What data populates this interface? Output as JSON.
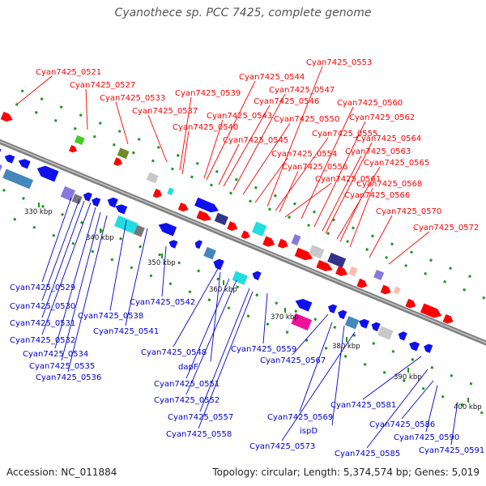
{
  "title": "Cyanothece sp. PCC 7425, complete genome",
  "footer": {
    "accession": "Accession: NC_011884",
    "summary": "Topology: circular; Length: 5,374,574 bp; Genes: 5,019"
  },
  "colors": {
    "top_label": "#ff0000",
    "bottom_label": "#0000cc",
    "backbone": "#808080",
    "tick": "#1a9a1a"
  },
  "scale_ticks": [
    "330 kbp",
    "340 kbp",
    "350 kbp",
    "360 kbp",
    "370 kbp",
    "380 kbp",
    "390 kbp",
    "400 kbp"
  ],
  "top_labels": [
    "Cyan7425_0521",
    "Cyan7425_0527",
    "Cyan7425_0533",
    "Cyan7425_0537",
    "Cyan7425_0539",
    "Cyan7425_0540",
    "Cyan7425_0543",
    "Cyan7425_0544",
    "Cyan7425_0545",
    "Cyan7425_0546",
    "Cyan7425_0547",
    "Cyan7425_0550",
    "Cyan7425_0553",
    "Cyan7425_0554",
    "Cyan7425_0555",
    "Cyan7425_0556",
    "Cyan7425_0560",
    "Cyan7425_0561",
    "Cyan7425_0562",
    "Cyan7425_0563",
    "Cyan7425_0564",
    "Cyan7425_0565",
    "Cyan7425_0566",
    "Cyan7425_0568",
    "Cyan7425_0570",
    "Cyan7425_0572"
  ],
  "bottom_labels": [
    "Cyan7425_0529",
    "Cyan7425_0530",
    "Cyan7425_0531",
    "Cyan7425_0532",
    "Cyan7425_0534",
    "Cyan7425_0535",
    "Cyan7425_0536",
    "Cyan7425_0538",
    "Cyan7425_0541",
    "Cyan7425_0542",
    "Cyan7425_0548",
    "dapF",
    "Cyan7425_0551",
    "Cyan7425_0552",
    "Cyan7425_0557",
    "Cyan7425_0558",
    "Cyan7425_0559",
    "Cyan7425_0567",
    "Cyan7425_0569",
    "ispD",
    "Cyan7425_0573",
    "Cyan7425_0581",
    "Cyan7425_0585",
    "Cyan7425_0586",
    "Cyan7425_0590",
    "Cyan7425_0591"
  ]
}
